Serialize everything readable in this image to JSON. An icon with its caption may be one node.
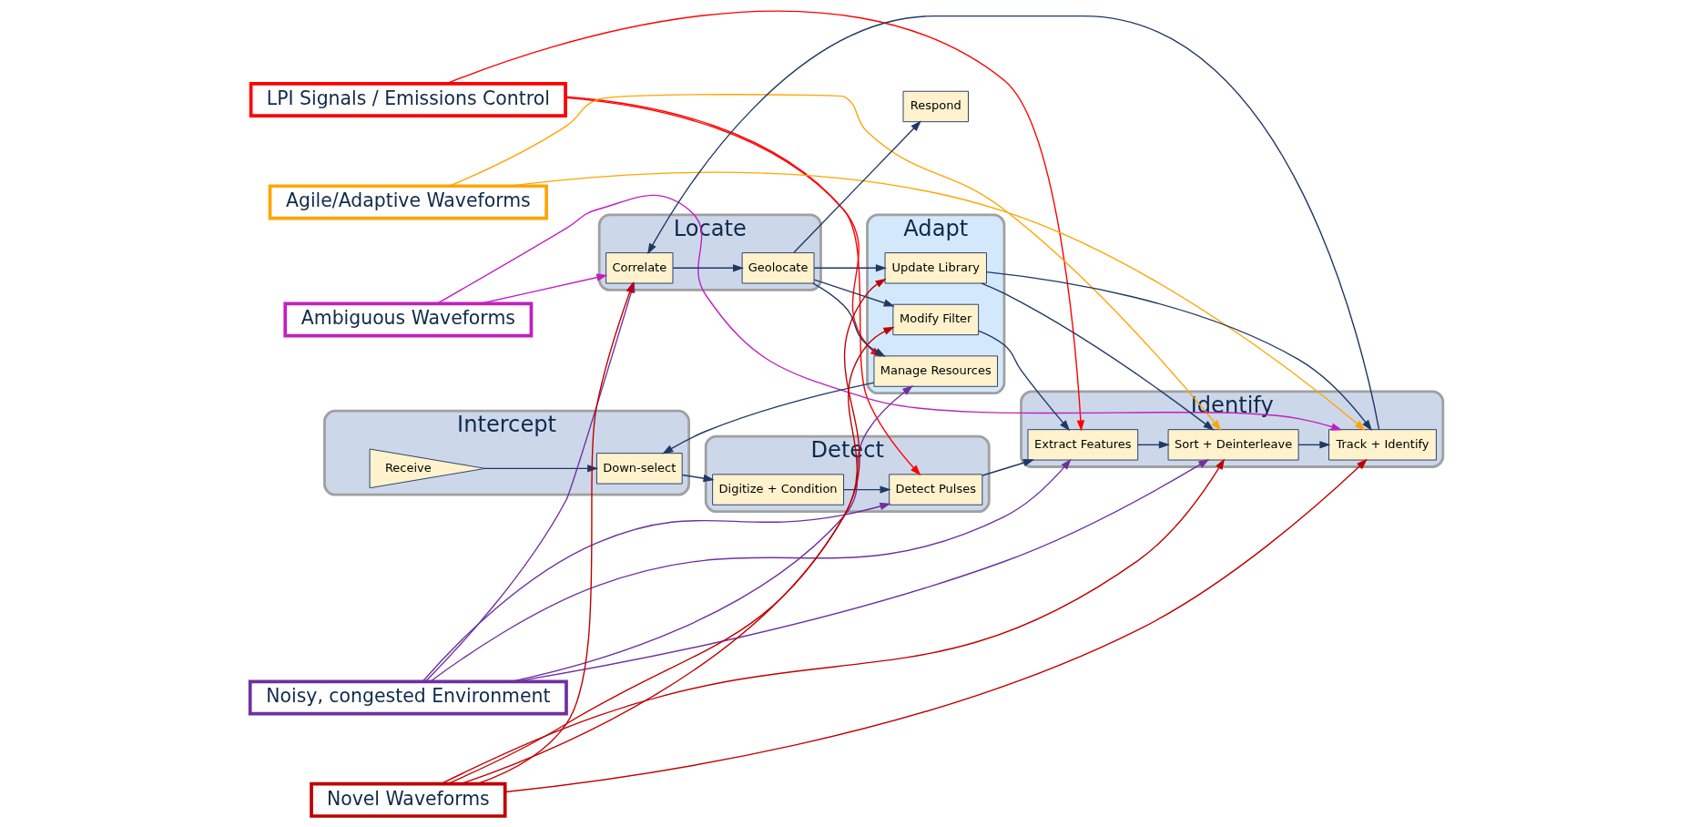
{
  "diagram": {
    "nodes": [
      {
        "text": [
          "LPI Signals / Emissions Control"
        ]
      },
      {
        "text": [
          "Agile/Adaptive Waveforms"
        ]
      },
      {
        "text": [
          "Ambiguous Waveforms"
        ]
      },
      {
        "text": [
          "Intercept"
        ]
      },
      {
        "text": [
          "Receive"
        ],
        "in": 3
      },
      {
        "text": [
          "Down-select"
        ],
        "in": 3
      },
      {
        "text": [
          "Detect"
        ]
      },
      {
        "text": [
          "Digitize + Condition"
        ],
        "in": 6
      },
      {
        "text": [
          "Detect Pulses"
        ],
        "in": 6
      },
      {
        "text": [
          "Identify"
        ]
      },
      {
        "text": [
          "Extract Features"
        ],
        "in": 9
      },
      {
        "text": [
          "Sort + Deinterleave"
        ],
        "in": 9
      },
      {
        "text": [
          "Track + Identify"
        ],
        "in": 9
      },
      {
        "text": [
          "Locate"
        ]
      },
      {
        "text": [
          "Correlate"
        ],
        "in": 13
      },
      {
        "text": [
          "Geolocate"
        ],
        "in": 13
      },
      {
        "text": [
          "Adapt"
        ]
      },
      {
        "text": [
          "Modify Filter"
        ],
        "in": 16
      },
      {
        "text": [
          "Update Library"
        ],
        "in": 16
      },
      {
        "text": [
          "Manage Resources"
        ],
        "in": 16
      },
      {
        "text": [
          "Respond"
        ]
      },
      {
        "text": [
          "Noisy, congested Environment"
        ]
      },
      {
        "text": [
          "Novel Waveforms"
        ]
      }
    ],
    "edges": [
      {
        "from": 4,
        "to": 5,
        "arrow": "to",
        "color": "#1f3864"
      },
      {
        "from": 5,
        "to": 7,
        "arrow": "to",
        "color": "#1f3864"
      },
      {
        "from": 7,
        "to": 8,
        "arrow": "to",
        "color": "#1f3864"
      },
      {
        "from": 8,
        "to": 10,
        "arrow": "to",
        "color": "#1f3864"
      },
      {
        "from": 10,
        "to": 11,
        "arrow": "to",
        "color": "#1f3864"
      },
      {
        "from": 11,
        "to": 12,
        "arrow": "to",
        "color": "#1f3864"
      },
      {
        "from": 12,
        "to": 14,
        "arrow": "to",
        "color": "#1f3864"
      },
      {
        "from": 14,
        "to": 15,
        "arrow": "to",
        "color": "#1f3864"
      },
      {
        "from": 19,
        "to": 5,
        "arrow": "to",
        "color": "#1f3864"
      },
      {
        "from": 17,
        "to": 10,
        "arrow": "to",
        "color": "#1f3864"
      },
      {
        "from": 18,
        "to": 11,
        "arrow": "to",
        "color": "#1f3864"
      },
      {
        "from": 18,
        "to": 12,
        "arrow": "to",
        "color": "#1f3864"
      },
      {
        "from": 15,
        "to": 19,
        "arrow": "to",
        "color": "#1f3864"
      },
      {
        "from": 15,
        "to": 17,
        "arrow": "to",
        "color": "#1f3864"
      },
      {
        "from": 15,
        "to": 18,
        "arrow": "to",
        "color": "#1f3864"
      },
      {
        "from": 15,
        "to": 20,
        "arrow": "to",
        "color": "#1f3864"
      },
      {
        "from": 0,
        "to": 19,
        "arrow": "to",
        "color": "#ff0000"
      },
      {
        "from": 0,
        "to": 8,
        "arrow": "to",
        "color": "#ff0000"
      },
      {
        "from": 0,
        "to": 10,
        "arrow": "to",
        "color": "#ff0000"
      },
      {
        "from": 1,
        "to": 11,
        "arrow": "to",
        "color": "#ffa500"
      },
      {
        "from": 1,
        "to": 12,
        "arrow": "to",
        "color": "#ffa500"
      },
      {
        "from": 2,
        "to": 12,
        "arrow": "to",
        "color": "#c020c0"
      },
      {
        "from": 2,
        "to": 14,
        "arrow": "to",
        "color": "#c020c0"
      },
      {
        "from": 21,
        "to": 19,
        "arrow": "to",
        "color": "#7030a0"
      },
      {
        "from": 21,
        "to": 8,
        "arrow": "to",
        "color": "#7030a0"
      },
      {
        "from": 21,
        "to": 10,
        "arrow": "to",
        "color": "#7030a0"
      },
      {
        "from": 21,
        "to": 11,
        "arrow": "to",
        "color": "#7030a0"
      },
      {
        "from": 21,
        "to": 14,
        "arrow": "to",
        "color": "#7030a0"
      },
      {
        "from": 22,
        "to": 17,
        "arrow": "to",
        "color": "#c00000"
      },
      {
        "from": 22,
        "to": 11,
        "arrow": "to",
        "color": "#c00000"
      },
      {
        "from": 22,
        "to": 18,
        "arrow": "to",
        "color": "#c00000"
      },
      {
        "from": 22,
        "to": 12,
        "arrow": "to",
        "color": "#c00000"
      },
      {
        "from": 22,
        "to": 14,
        "arrow": "to",
        "color": "#c00000"
      }
    ]
  }
}
